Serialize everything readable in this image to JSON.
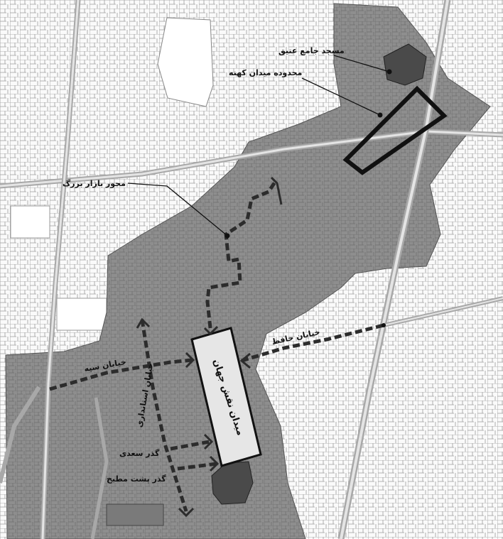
{
  "labels": {
    "mosque": "مسجد جامع عتیق",
    "old_square": "محدوده میدان کهنه",
    "bazaar": "محور بازار بزرگ",
    "hafez_street": "خیابان حافظ",
    "sepah_street": "خیابان سپه",
    "ostandari_street": "خیابان استانداری",
    "naqsh_square": "میدان نقش جهان",
    "saadi_passage": "گذر سعدی",
    "posht_matbakh": "گذر پشت مطبخ"
  },
  "colors": {
    "background": "#f6f6f6",
    "district": "#8e8e8e",
    "street_line": "#9a9a9a",
    "path": "#2c2c2c",
    "building": "#555555",
    "square_fill": "#e6e6e6"
  },
  "icons": {
    "marker": "dot-marker-icon",
    "arrow": "chevron-arrow-icon"
  }
}
